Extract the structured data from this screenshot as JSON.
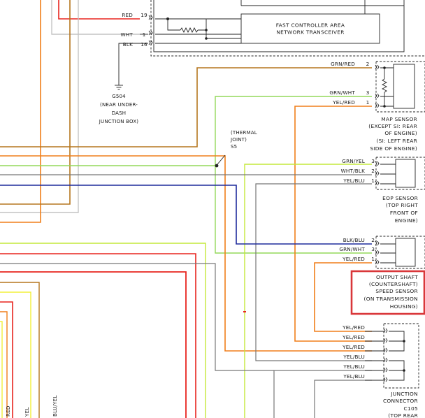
{
  "module": {
    "transceiver_label_1": "FAST CONTROLLER AREA",
    "transceiver_label_2": "NETWORK TRANSCEIVER"
  },
  "top_pins": [
    {
      "wire": "RED",
      "pin": "19"
    },
    {
      "wire": "WHT",
      "pin": "1"
    },
    {
      "wire": "BLK",
      "pin": "16"
    }
  ],
  "ground": {
    "id": "G504",
    "note_1": "(NEAR UNDER-",
    "note_2": "DASH",
    "note_3": "JUNCTION BOX)"
  },
  "map_sensor": {
    "pins": [
      {
        "wire": "GRN/RED",
        "pin": "2"
      },
      {
        "wire": "GRN/WHT",
        "pin": "3"
      },
      {
        "wire": "YEL/RED",
        "pin": "1"
      }
    ],
    "lines": [
      "MAP SENSOR",
      "(EXCEPT SI: REAR",
      "OF ENGINE)",
      "(SI: LEFT REAR",
      "SIDE OF ENGINE)"
    ]
  },
  "thermal_joint": {
    "lines": [
      "(THERMAL",
      "JOINT)",
      "S5"
    ]
  },
  "eop_sensor": {
    "pins": [
      {
        "wire": "GRN/YEL",
        "pin": "3"
      },
      {
        "wire": "WHT/BLK",
        "pin": "2"
      },
      {
        "wire": "YEL/BLU",
        "pin": "1"
      }
    ],
    "lines": [
      "EOP SENSOR",
      "(TOP RIGHT",
      "FRONT OF",
      "ENGINE)"
    ]
  },
  "output_shaft_sensor": {
    "pins": [
      {
        "wire": "BLK/BLU",
        "pin": "2"
      },
      {
        "wire": "GRN/WHT",
        "pin": "3"
      },
      {
        "wire": "YEL/RED",
        "pin": "1"
      }
    ],
    "lines": [
      "OUTPUT SHAFT",
      "(COUNTERSHAFT)",
      "SPEED SENSOR",
      "(ON TRANSMISSION",
      "HOUSING)"
    ]
  },
  "junction_connector": {
    "wires": [
      "YEL/RED",
      "YEL/RED",
      "YEL/RED",
      "YEL/BLU",
      "YEL/BLU",
      "YEL/BLU"
    ],
    "lines": [
      "JUNCTION",
      "CONNECTOR",
      "C105",
      "(TOP REAR"
    ]
  },
  "bottom_labels": [
    "RED",
    "YEL",
    "BLU/YEL"
  ],
  "colors": {
    "red": "#e8251f",
    "orange": "#f07f1a",
    "brown": "#b5761e",
    "green": "#93d85a",
    "yellow_green": "#c4e83a",
    "yellow": "#f2f03a",
    "blue": "#1f2b9c",
    "gray": "#777777",
    "light_gray": "#c4c4c4",
    "highlight": "#d9373a"
  }
}
